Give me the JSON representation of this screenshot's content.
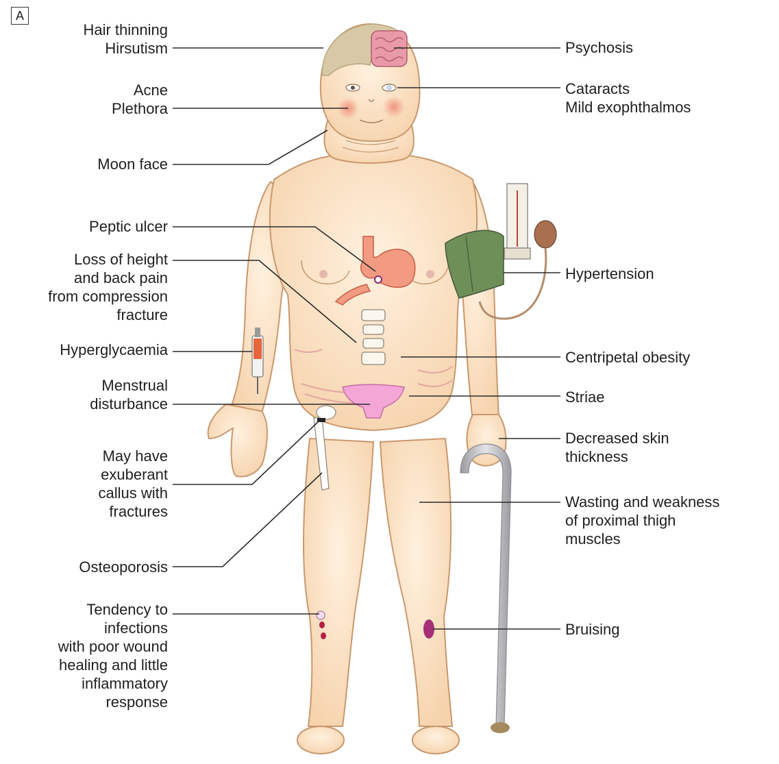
{
  "panel_letter": "A",
  "labels_left": {
    "hair": [
      "Hair thinning",
      "Hirsutism"
    ],
    "acne": [
      "Acne",
      "Plethora"
    ],
    "moon_face": [
      "Moon face"
    ],
    "peptic_ulcer": [
      "Peptic ulcer"
    ],
    "loss_of_height": [
      "Loss of height",
      "and back pain",
      "from compression",
      "fracture"
    ],
    "hyperglycaemia": [
      "Hyperglycaemia"
    ],
    "menstrual": [
      "Menstrual",
      "disturbance"
    ],
    "callus": [
      "May have",
      "exuberant",
      "callus with",
      "fractures"
    ],
    "osteoporosis": [
      "Osteoporosis"
    ],
    "infections": [
      "Tendency to",
      "infections",
      "with poor wound",
      "healing and little",
      "inflammatory",
      "response"
    ]
  },
  "labels_right": {
    "psychosis": [
      "Psychosis"
    ],
    "cataracts": [
      "Cataracts",
      "Mild exophthalmos"
    ],
    "hypertension": [
      "Hypertension"
    ],
    "centripetal_obesity": [
      "Centripetal obesity"
    ],
    "striae": [
      "Striae"
    ],
    "skin_thickness": [
      "Decreased skin",
      "thickness"
    ],
    "wasting": [
      "Wasting and weakness",
      "of proximal thigh",
      "muscles"
    ],
    "bruising": [
      "Bruising"
    ]
  },
  "colors": {
    "skin": "#fde3c3",
    "skin_outline": "#c9986e",
    "line": "#2a2a2a",
    "stomach": "#f08a74",
    "uterus": "#f4a6d6",
    "cuff": "#6f8f58",
    "cane": "#b8b8bc",
    "bruise": "#9b1b6e"
  }
}
